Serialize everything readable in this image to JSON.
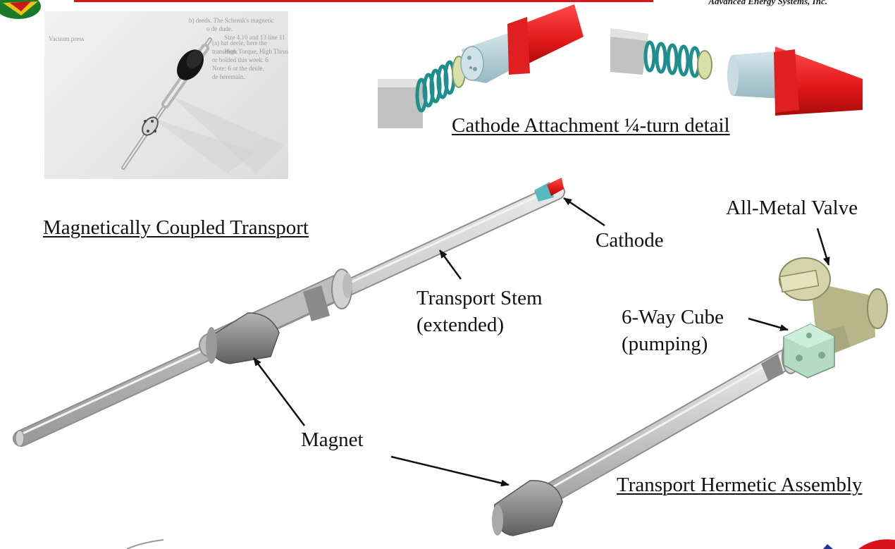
{
  "header": {
    "company": "Advanced Energy Systems, Inc."
  },
  "photo": {
    "text_lines": [
      "b) deeds. The Schrenk's magnetic",
      "o de dude.",
      "(a) bat deele, here the",
      "transition.",
      "or bolded this week. 6",
      "Note: 6 or the deule.",
      "de heremain.",
      "Vacuum press",
      "Size 4.10 and 13 line 11",
      "High Torque, High Thrust"
    ]
  },
  "labels": {
    "cathode_detail": "Cathode Attachment ¼-turn detail",
    "mag_transport": "Magnetically Coupled Transport",
    "cathode": "Cathode",
    "stem_line1": "Transport Stem",
    "stem_line2": "(extended)",
    "valve": "All-Metal Valve",
    "cube_line1": "6-Way Cube",
    "cube_line2": "(pumping)",
    "magnet": "Magnet",
    "hermetic": "Transport Hermetic Assembly"
  },
  "colors": {
    "header_red": "#d8141c",
    "rod_gray": "#c8c8c8",
    "magnet_gray": "#8c8c8c",
    "spring_teal": "#2aa7a3",
    "cathode_red": "#e01818",
    "housing_lightblue": "#b8d4dc",
    "cube_green": "#b4dcc4",
    "valve_khaki": "#c4c49a"
  },
  "icons": [
    "logo-emblem-icon",
    "bottom-swoosh-icon",
    "bottom-logo-icon"
  ]
}
